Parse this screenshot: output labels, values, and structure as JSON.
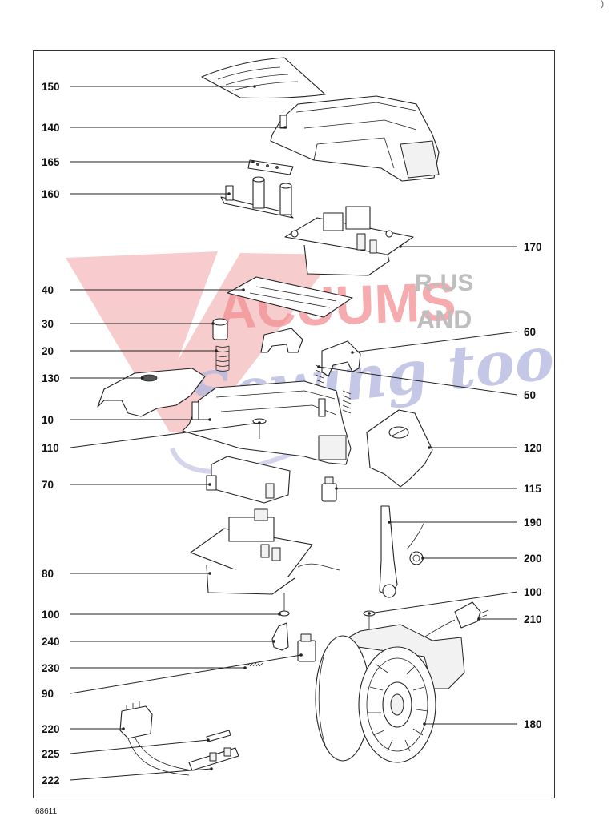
{
  "diagram_code": "68611",
  "corner_mark": ")",
  "watermark": {
    "line1": "ACUUMS",
    "line2": "R-US",
    "line3": "AND",
    "line4": "Sewing too",
    "red": "#e8333a",
    "grey": "#8a8a8a",
    "blue": "#7b7fc6"
  },
  "labels": [
    {
      "id": "150",
      "text": "150"
    },
    {
      "id": "140",
      "text": "140"
    },
    {
      "id": "165",
      "text": "165"
    },
    {
      "id": "160",
      "text": "160"
    },
    {
      "id": "170",
      "text": "170"
    },
    {
      "id": "40",
      "text": "40"
    },
    {
      "id": "30",
      "text": "30"
    },
    {
      "id": "60",
      "text": "60"
    },
    {
      "id": "20",
      "text": "20"
    },
    {
      "id": "130",
      "text": "130"
    },
    {
      "id": "50",
      "text": "50"
    },
    {
      "id": "10",
      "text": "10"
    },
    {
      "id": "110",
      "text": "110"
    },
    {
      "id": "120",
      "text": "120"
    },
    {
      "id": "70",
      "text": "70"
    },
    {
      "id": "115",
      "text": "115"
    },
    {
      "id": "190",
      "text": "190"
    },
    {
      "id": "200",
      "text": "200"
    },
    {
      "id": "80",
      "text": "80"
    },
    {
      "id": "100a",
      "text": "100"
    },
    {
      "id": "100b",
      "text": "100"
    },
    {
      "id": "210",
      "text": "210"
    },
    {
      "id": "240",
      "text": "240"
    },
    {
      "id": "230",
      "text": "230"
    },
    {
      "id": "90",
      "text": "90"
    },
    {
      "id": "180",
      "text": "180"
    },
    {
      "id": "220",
      "text": "220"
    },
    {
      "id": "225",
      "text": "225"
    },
    {
      "id": "222",
      "text": "222"
    }
  ]
}
